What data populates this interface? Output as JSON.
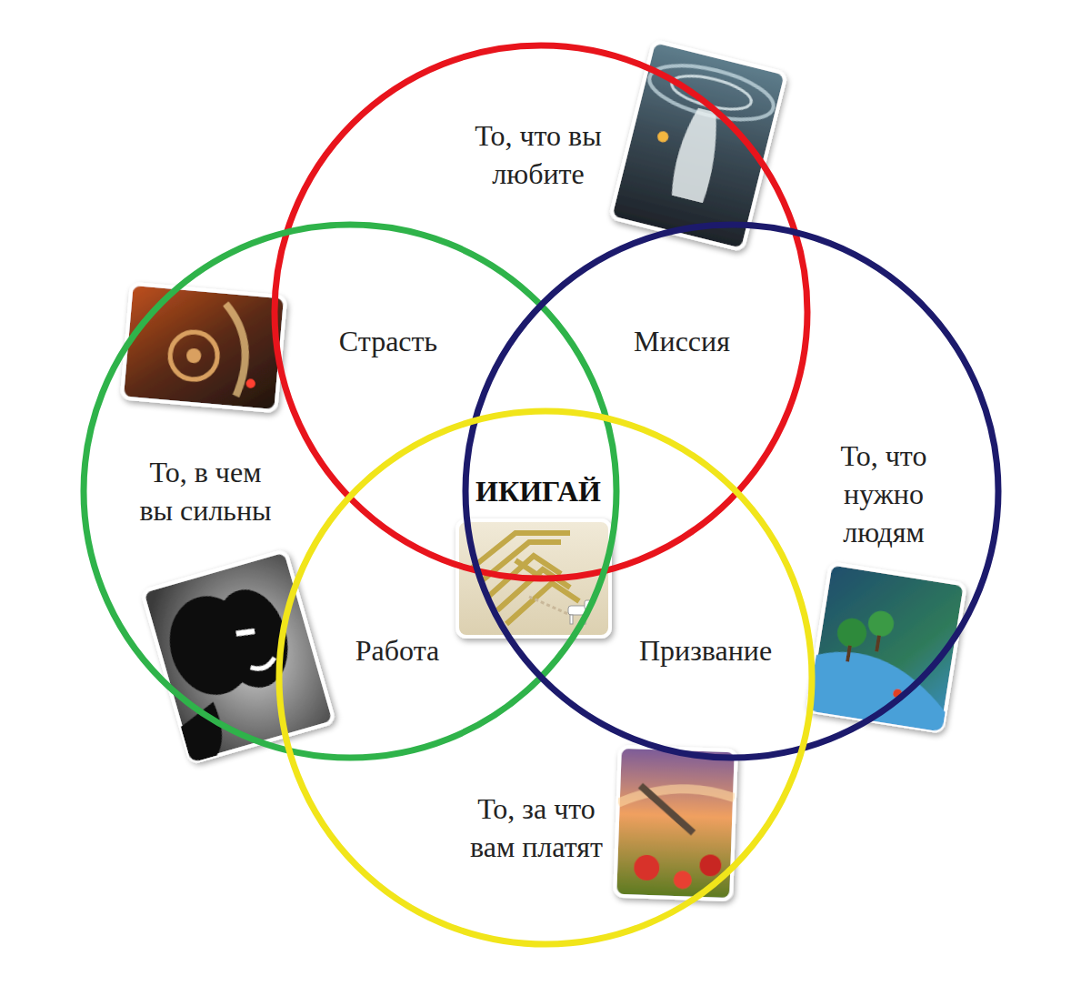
{
  "diagram": {
    "nodes": [
      {
        "text": [
          "То, что вы любите"
        ]
      },
      {
        "text": [
          "То, в чем вы сильны"
        ]
      },
      {
        "text": [
          "То, что нужно людям"
        ]
      },
      {
        "text": [
          "То, за что вам платят"
        ]
      }
    ],
    "labels": [
      "Страсть",
      "Миссия",
      "ИКИГАЙ",
      "Работа",
      "Призвание"
    ]
  }
}
